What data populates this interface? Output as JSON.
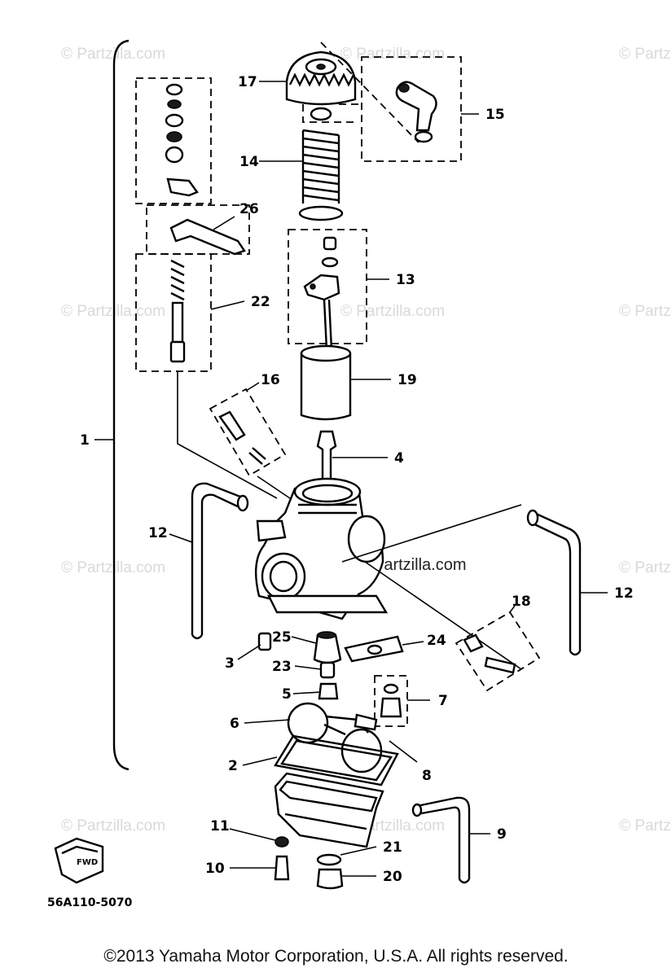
{
  "watermark": "© Partzilla.com",
  "watermark_dark": "Partzilla.com",
  "diagram_code": "56A110-5070",
  "fwd_label": "FWD",
  "copyright": "©2013  Yamaha Motor Corporation, U.S.A. All rights reserved.",
  "callouts": {
    "p1": "1",
    "p2": "2",
    "p3": "3",
    "p4": "4",
    "p5": "5",
    "p6": "6",
    "p7": "7",
    "p8": "8",
    "p9": "9",
    "p10": "10",
    "p11": "11",
    "p12a": "12",
    "p12b": "12",
    "p13": "13",
    "p14": "14",
    "p15": "15",
    "p16": "16",
    "p17": "17",
    "p18": "18",
    "p19": "19",
    "p20": "20",
    "p21": "21",
    "p22": "22",
    "p23": "23",
    "p24": "24",
    "p25": "25",
    "p26": "26"
  }
}
